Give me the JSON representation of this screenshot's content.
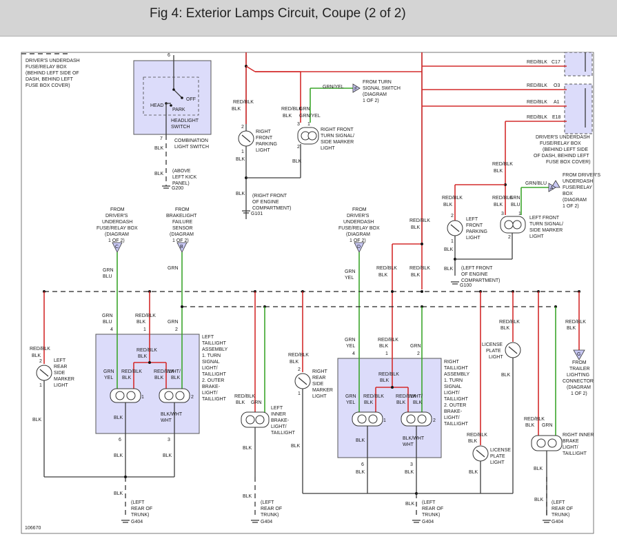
{
  "title": "Fig 4: Exterior Lamps Circuit, Coupe (2 of 2)",
  "figure_id": "106670",
  "connectors": {
    "C": "C",
    "B": "B",
    "D": "D",
    "A": "A",
    "E": "E",
    "F": "F",
    "G": "G"
  },
  "terminals": {
    "c17": "C17",
    "o3": "O3",
    "a1": "A1",
    "e18": "E18"
  },
  "pins": {
    "p1": "1",
    "p2": "2",
    "p3": "3",
    "p4": "4",
    "p6": "6",
    "p7": "7"
  },
  "colors": {
    "red": "RED/BLK",
    "grn": "GRN",
    "blk": "BLK",
    "grn_blu": "GRN/BLU",
    "grn_yel": "GRN/YEL",
    "blk_wht": "BLK/WHT",
    "wht_blk": "WHT/BLK"
  },
  "labels": {
    "fuse_box_top_left": [
      "DRIVER'S UNDERDASH",
      "FUSE/RELAY BOX",
      "(BEHIND LEFT SIDE OF",
      "DASH, BEHIND LEFT",
      "FUSE BOX COVER)"
    ],
    "fuse_box_right": [
      "DRIVER'S UNDERDASH",
      "FUSE/RELAY BOX",
      "(BEHIND LEFT SIDE",
      "OF DASH, BEHIND LEFT",
      "FUSE BOX COVER)"
    ],
    "headlight_switch": [
      "HEADLIGHT",
      "SWITCH"
    ],
    "head": "HEAD",
    "off": "OFF",
    "park": "PARK",
    "combination_switch": [
      "COMBINATION",
      "LIGHT SWITCH"
    ],
    "g200_loc": [
      "(ABOVE",
      "LEFT KICK",
      "PANEL)"
    ],
    "g200": "G200",
    "from_turn_switch": [
      "FROM TURN",
      "SIGNAL SWITCH",
      "(DIAGRAM",
      "1 OF 2)"
    ],
    "rf_parking": [
      "RIGHT",
      "FRONT",
      "PARKING",
      "LIGHT"
    ],
    "rf_turn": [
      "RIGHT FRONT",
      "TURN SIGNAL/",
      "SIDE MARKER",
      "LIGHT"
    ],
    "g101_loc": [
      "(RIGHT FRONT",
      "OF ENGINE",
      "COMPARTMENT)"
    ],
    "g101": "G101",
    "from_fuse_c": [
      "FROM",
      "DRIVER'S",
      "UNDERDASH",
      "FUSE/RELAY BOX",
      "(DIAGRAM",
      "1 OF 2)"
    ],
    "from_brake_b": [
      "FROM",
      "BRAKELIGHT",
      "FAILURE",
      "SENSOR",
      "(DIAGRAM",
      "1 OF 2)"
    ],
    "from_fuse_d": [
      "FROM",
      "DRIVER'S",
      "UNDERDASH",
      "FUSE/RELAY BOX",
      "(DIAGRAM",
      "1 OF 2)"
    ],
    "from_fuse_a": [
      "FROM DRIVER'S",
      "UNDERDASH",
      "FUSE/RELAY",
      "BOX",
      "(DIAGRAM",
      "1 OF 2)"
    ],
    "lf_parking": [
      "LEFT",
      "FRONT",
      "PARKING",
      "LIGHT"
    ],
    "lf_turn": [
      "LEFT FRONT",
      "TURN SIGNAL/",
      "SIDE MARKER",
      "LIGHT"
    ],
    "g100_loc": [
      "(LEFT FRONT",
      "OF ENGINE",
      "COMPARTMENT)"
    ],
    "g100": "G100",
    "left_rear_side": [
      "LEFT",
      "REAR",
      "SIDE",
      "MARKER",
      "LIGHT"
    ],
    "left_taillight": [
      "LEFT",
      "TAILLIGHT",
      "ASSEMBLY",
      "1. TURN",
      "SIGNAL",
      "LIGHT/",
      "TAILLIGHT",
      "2. OUTER",
      "BRAKE-",
      "LIGHT/",
      "TAILLIGHT"
    ],
    "left_inner": [
      "LEFT",
      "INNER",
      "BRAKE-",
      "LIGHT/",
      "TAILLIGHT"
    ],
    "right_rear_side": [
      "RIGHT",
      "REAR",
      "SIDE",
      "MARKER",
      "LIGHT"
    ],
    "right_taillight": [
      "RIGHT",
      "TAILLIGHT",
      "ASSEMBLY",
      "1. TURN",
      "SIGNAL",
      "LIGHT/",
      "TAILLIGHT",
      "2. OUTER",
      "BRAKE-",
      "LIGHT/",
      "TAILLIGHT"
    ],
    "license_plate": [
      "LICENSE",
      "PLATE",
      "LIGHT"
    ],
    "from_trailer": [
      "FROM",
      "TRAILER",
      "LIGHTING",
      "CONNECTOR",
      "(DIAGRAM",
      "1 OF 2)"
    ],
    "right_inner": [
      "RIGHT INNER",
      "BRAKE",
      "LIGHT/",
      "TAILLIGHT"
    ],
    "trunk_loc": [
      "(LEFT",
      "REAR OF",
      "TRUNK)"
    ],
    "g404": "G404"
  }
}
